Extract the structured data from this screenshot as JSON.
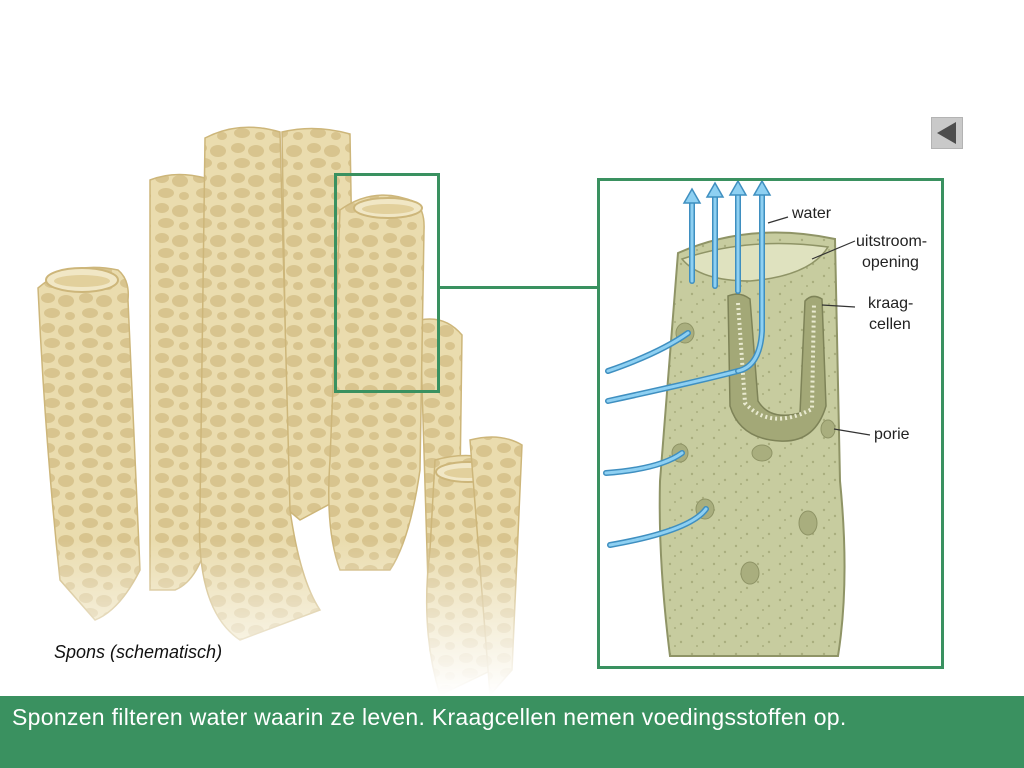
{
  "nav": {
    "back_icon": "back-triangle-icon"
  },
  "sponge": {
    "caption": "Spons (schematisch)"
  },
  "detail": {
    "labels": {
      "water": "water",
      "outflow_line1": "uitstroom-",
      "outflow_line2": "opening",
      "collar_line1": "kraag-",
      "collar_line2": "cellen",
      "pore": "porie"
    }
  },
  "footer": {
    "text": "Sponzen filteren water waarin ze leven. Kraagcellen nemen voedingsstoffen op."
  },
  "colors": {
    "accent_green": "#3a9160",
    "sponge_fill": "#eadcae",
    "sponge_pores": "#d8c48e",
    "body_fill": "#c7cc9f",
    "water_blue": "#6ab8e6"
  }
}
